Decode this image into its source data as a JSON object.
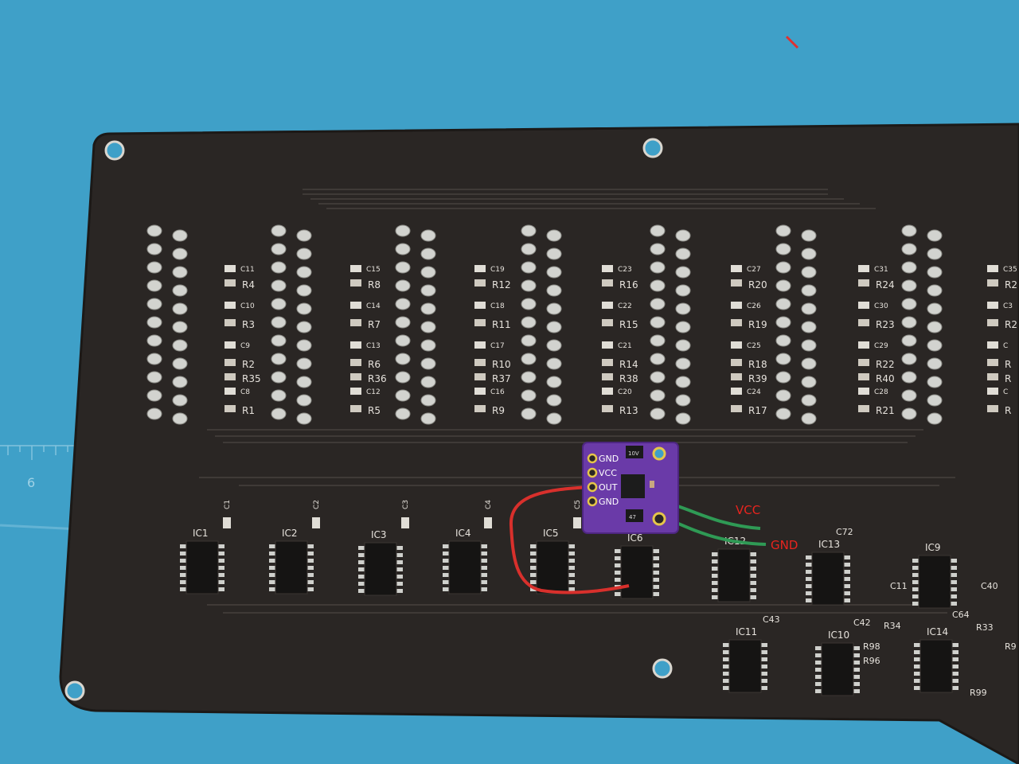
{
  "colors": {
    "mat": "#3fa0c8",
    "mat_dark": "#2f86ad",
    "board": "#2a2624",
    "board_edge": "#1c1917",
    "silk": "#e6e2dc",
    "pad": "#cfd0cc",
    "purple": "#6a3aa8",
    "wire_red": "#d8302c",
    "wire_green": "#2f9a55",
    "annotation": "#e8241e"
  },
  "board": {
    "mat_ruler_label": "6",
    "groups": [
      {
        "caps": [
          "C11",
          "C10",
          "C9",
          "C8"
        ],
        "res": [
          "R4",
          "R3",
          "R2",
          "R35",
          "R1"
        ]
      },
      {
        "caps": [
          "C15",
          "C14",
          "C13",
          "C12"
        ],
        "res": [
          "R8",
          "R7",
          "R6",
          "R36",
          "R5"
        ]
      },
      {
        "caps": [
          "C19",
          "C18",
          "C17",
          "C16"
        ],
        "res": [
          "R12",
          "R11",
          "R10",
          "R37",
          "R9"
        ]
      },
      {
        "caps": [
          "C23",
          "C22",
          "C21",
          "C20"
        ],
        "res": [
          "R16",
          "R15",
          "R14",
          "R38",
          "R13"
        ]
      },
      {
        "caps": [
          "C27",
          "C26",
          "C25",
          "C24"
        ],
        "res": [
          "R20",
          "R19",
          "R18",
          "R39",
          "R17"
        ]
      },
      {
        "caps": [
          "C31",
          "C30",
          "C29",
          "C28"
        ],
        "res": [
          "R24",
          "R23",
          "R22",
          "R40",
          "R21"
        ]
      },
      {
        "caps": [
          "C35",
          "C3",
          "C",
          "C"
        ],
        "res": [
          "R2",
          "R2",
          "R",
          "R",
          "R"
        ]
      }
    ],
    "top_ics": [
      "IC1",
      "IC2",
      "IC3",
      "IC4",
      "IC5",
      "IC6",
      "IC12",
      "IC13",
      "IC9"
    ],
    "top_caps": [
      "C1",
      "C2",
      "C3",
      "C4",
      "C5"
    ],
    "bottom_ics": [
      "IC11",
      "IC10",
      "IC14"
    ],
    "misc_labels": [
      "C72",
      "C11",
      "C40",
      "R34",
      "C64",
      "R33",
      "C43",
      "C42",
      "R98",
      "R96",
      "R9",
      "R99"
    ]
  },
  "module": {
    "pins": [
      "GND",
      "VCC",
      "OUT",
      "GND"
    ],
    "cap_marking": "10V",
    "cap_value": "47"
  },
  "annotations": {
    "vcc": "VCC",
    "gnd": "GND"
  }
}
